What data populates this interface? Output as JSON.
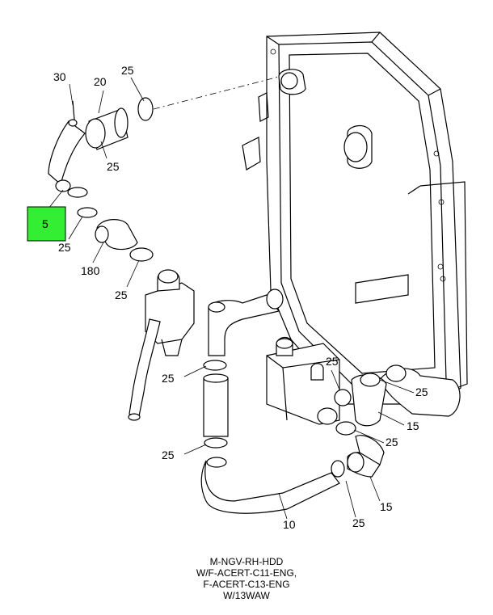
{
  "labels": {
    "l30": "30",
    "l20": "20",
    "l25_top": "25",
    "l25_a": "25",
    "l5": "5",
    "l25_b": "25",
    "l180": "180",
    "l25_c": "25",
    "l25_d": "25",
    "l25_e": "25",
    "l25_f": "25",
    "l25_g": "25",
    "l15_a": "15",
    "l25_h": "25",
    "l15_b": "15",
    "l10": "10",
    "l25_i": "25"
  },
  "highlight_color": "#33ee33",
  "caption": {
    "line1": "M-NGV-RH-HDD",
    "line2": "W/F-ACERT-C11-ENG,",
    "line3": "F-ACERT-C13-ENG",
    "line4": "W/13WAW"
  }
}
